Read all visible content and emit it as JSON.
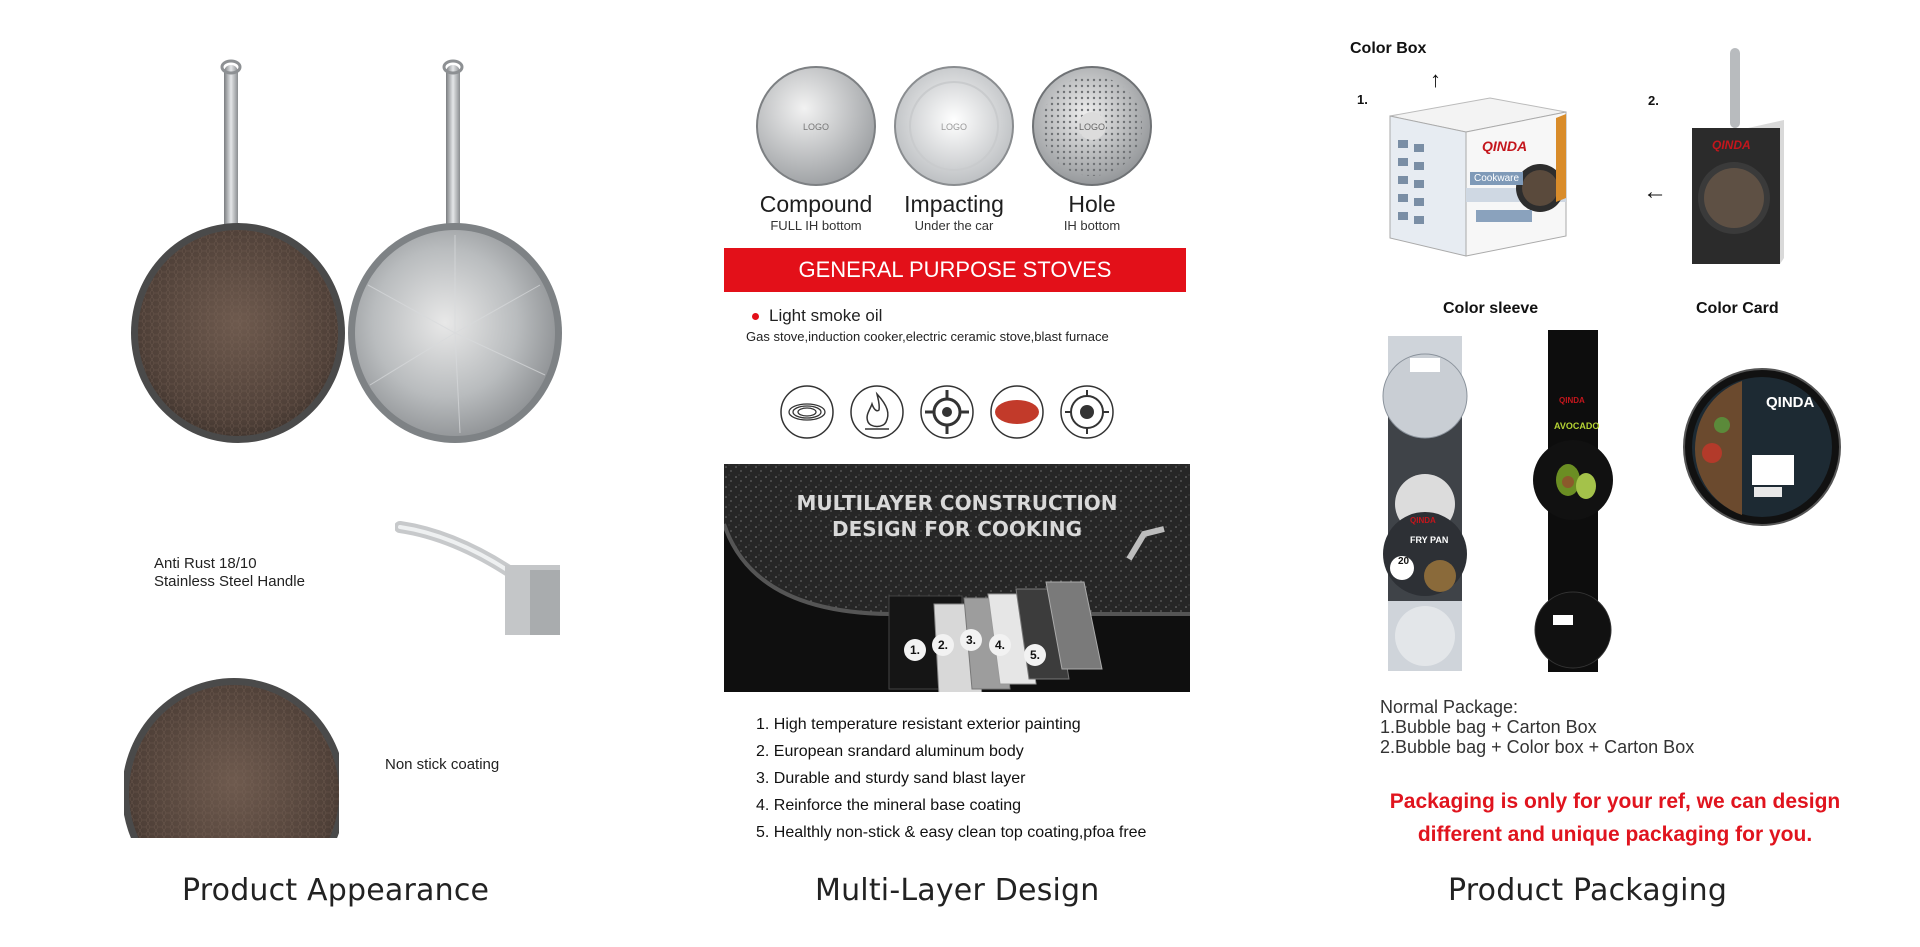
{
  "appearance": {
    "handle_label_line1": "Anti Rust 18/10",
    "handle_label_line2": "Stainless Steel Handle",
    "coating_label": "Non stick coating",
    "caption": "Product Appearance"
  },
  "design": {
    "discs": [
      {
        "title": "Compound",
        "subtitle": "FULL IH bottom",
        "logo": "LOGO"
      },
      {
        "title": "Impacting",
        "subtitle": "Under the car",
        "logo": "LOGO"
      },
      {
        "title": "Hole",
        "subtitle": "IH bottom",
        "logo": "LOGO"
      }
    ],
    "banner": "GENERAL PURPOSE STOVES",
    "bullet": "Light smoke oil",
    "stoves_text": "Gas stove,induction cooker,electric ceramic stove,blast furnace",
    "stove_icons": [
      "induction-coil-icon",
      "gas-flame-icon",
      "gas-burner-icon",
      "ceramic-plate-icon",
      "halogen-hob-icon"
    ],
    "construction_title_line1": "MULTILAYER CONSTRUCTION",
    "construction_title_line2": "DESIGN FOR COOKING",
    "layer_numbers": [
      "1.",
      "2.",
      "3.",
      "4.",
      "5."
    ],
    "layers": [
      "1. High temperature resistant exterior painting",
      "2. European srandard aluminum body",
      "3. Durable and sturdy sand blast layer",
      "4. Reinforce the mineral base coating",
      "5. Healthly non-stick & easy clean top coating,pfoa free"
    ],
    "caption": "Multi-Layer Design"
  },
  "packaging": {
    "color_box_label": "Color Box",
    "num1": "1.",
    "num2": "2.",
    "color_sleeve_label": "Color sleeve",
    "color_card_label": "Color Card",
    "brand": "QINDA",
    "box_tag": "Cookware",
    "sleeve_product": "FRY PAN",
    "sleeve_size": "20",
    "sleeve2_product": "AVOCADO",
    "normal_package_title": "Normal Package:",
    "normal_package_1": "1.Bubble bag + Carton Box",
    "normal_package_2": "2.Bubble bag + Color box + Carton Box",
    "note_line1": "Packaging is only for your ref, we can design",
    "note_line2": "different and unique packaging for you.",
    "caption": "Product Packaging",
    "accent": "#e0141e"
  }
}
